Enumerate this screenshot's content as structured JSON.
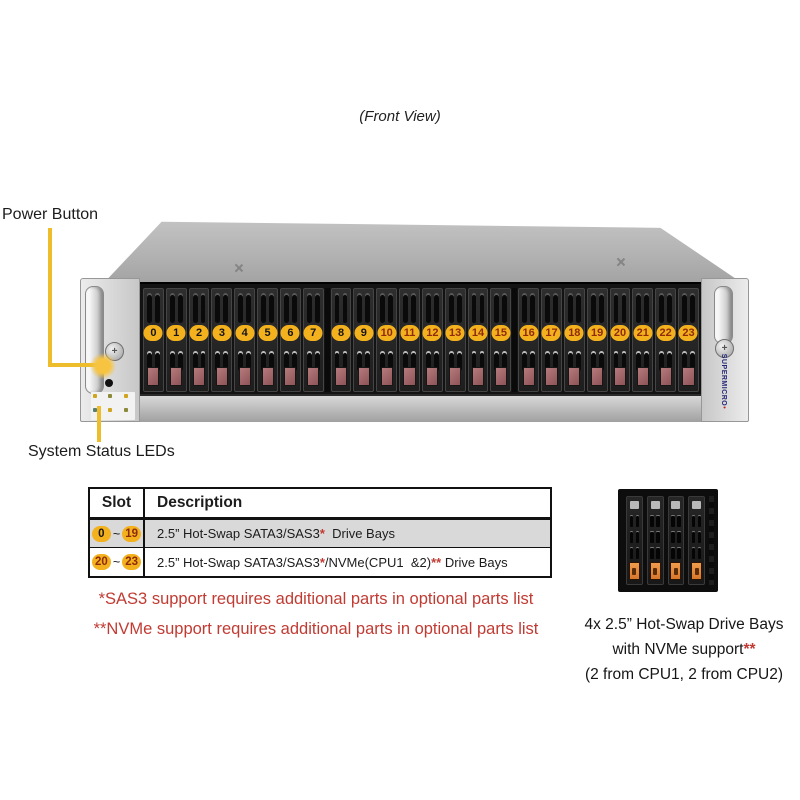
{
  "title": "(Front View)",
  "callouts": {
    "power_button": "Power Button",
    "system_status_leds": "System Status LEDs"
  },
  "server": {
    "brand": "SUPERMICRO",
    "bays": [
      {
        "label": "0",
        "color": "#161616"
      },
      {
        "label": "1",
        "color": "#161616"
      },
      {
        "label": "2",
        "color": "#161616"
      },
      {
        "label": "3",
        "color": "#161616"
      },
      {
        "label": "4",
        "color": "#161616"
      },
      {
        "label": "5",
        "color": "#161616"
      },
      {
        "label": "6",
        "color": "#161616"
      },
      {
        "label": "7",
        "color": "#161616"
      },
      {
        "label": "8",
        "color": "#161616"
      },
      {
        "label": "9",
        "color": "#161616"
      },
      {
        "label": "10",
        "color": "#8f2b0a"
      },
      {
        "label": "11",
        "color": "#8f2b0a"
      },
      {
        "label": "12",
        "color": "#8f2b0a"
      },
      {
        "label": "13",
        "color": "#8f2b0a"
      },
      {
        "label": "14",
        "color": "#8f2b0a"
      },
      {
        "label": "15",
        "color": "#8f2b0a"
      },
      {
        "label": "16",
        "color": "#8f2b0a"
      },
      {
        "label": "17",
        "color": "#8f2b0a"
      },
      {
        "label": "18",
        "color": "#8f2b0a"
      },
      {
        "label": "19",
        "color": "#8f2b0a"
      },
      {
        "label": "20",
        "color": "#8f2b0a"
      },
      {
        "label": "21",
        "color": "#8f2b0a"
      },
      {
        "label": "22",
        "color": "#8f2b0a"
      },
      {
        "label": "23",
        "color": "#8f2b0a"
      }
    ],
    "group_breaks_after": [
      7,
      15
    ]
  },
  "table": {
    "headers": [
      "Slot",
      "Description"
    ],
    "rows": [
      {
        "slot_start": "0",
        "slot_sep": "~",
        "slot_end": "19",
        "desc_pre": "2.5” Hot-Swap SATA3/SAS3",
        "desc_star1": "*",
        "desc_mid": "",
        "desc_star2": "",
        "desc_post": "  Drive Bays"
      },
      {
        "slot_start": "20",
        "slot_sep": "~",
        "slot_end": "23",
        "desc_pre": "2.5” Hot-Swap SATA3/SAS3",
        "desc_star1": "*",
        "desc_mid": "/NVMe(CPU1  &2)",
        "desc_star2": "**",
        "desc_post": " Drive Bays"
      }
    ]
  },
  "notes": [
    "*SAS3 support requires additional parts in optional parts list",
    "**NVMe support requires additional parts in optional parts list"
  ],
  "nvme_unit": {
    "tray_count": 4,
    "caption_line1": "4x 2.5” Hot-Swap Drive Bays",
    "caption_line2_text": "with NVMe support",
    "caption_line2_star": "**",
    "caption_line3": "(2 from CPU1, 2 from CPU2)"
  },
  "colors": {
    "leader_yellow": "#eebd2b",
    "bay_circle": "#f3b11d",
    "note_red": "#c13b33",
    "table_row_gray": "#d9d9d9",
    "nvme_orange": "#e8883a",
    "brand_blue": "#262678"
  }
}
